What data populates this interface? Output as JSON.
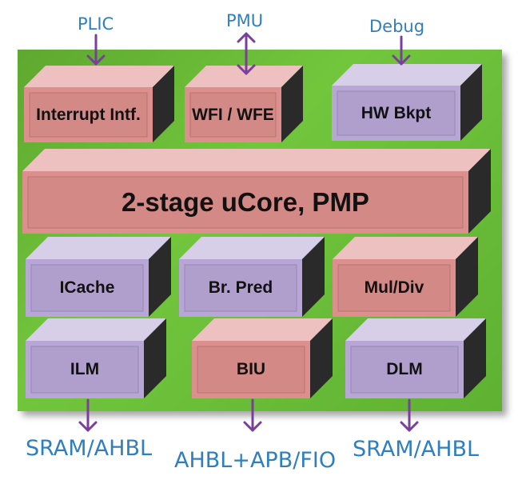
{
  "external": {
    "plic": "PLIC",
    "pmu": "PMU",
    "debug": "Debug",
    "sram_ahbl_left": "SRAM/AHBL",
    "ahbl_apb_fio": "AHBL+APB/FIO",
    "sram_ahbl_right": "SRAM/AHBL"
  },
  "blocks": {
    "interrupt": "Interrupt Intf.",
    "wfi": "WFI / WFE",
    "hw_bkpt": "HW Bkpt",
    "core": "2-stage uCore, PMP",
    "icache": "ICache",
    "br_pred": "Br. Pred",
    "mul_div": "Mul/Div",
    "ilm": "ILM",
    "biu": "BIU",
    "dlm": "DLM"
  },
  "colors": {
    "pink": "#dc8f8c",
    "purple": "#b7a6d6",
    "board": "#6cbd37",
    "arrow": "#7a3f9a",
    "text_blue": "#2f7fc0"
  }
}
